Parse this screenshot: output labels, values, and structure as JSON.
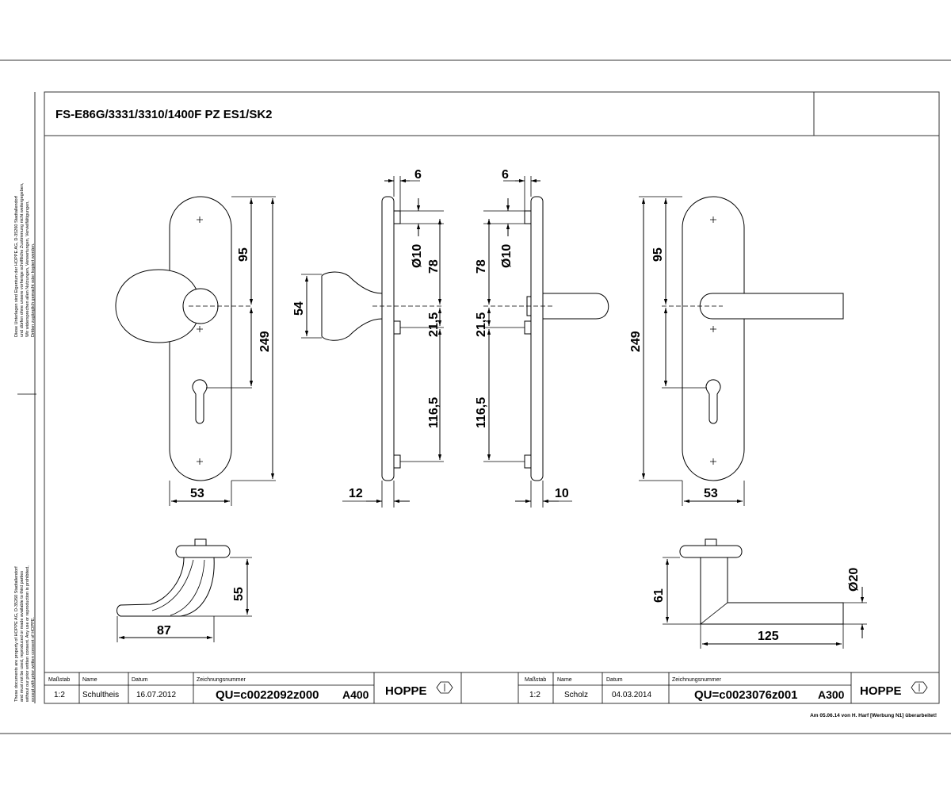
{
  "title": "FS-E86G/3331/3310/1400F PZ ES1/SK2",
  "notes": {
    "left_top_de": [
      "Diese Unterlagen sind Eigentum der HOPPE AG, D-35260 Stadtallendorf",
      "und dürfen ohne unsere vorherige schriftliche Zustimmung nicht weitergegeben,",
      "Wir widersprechen allen Nutzungen, Verwertungen, Vervielfältigungen,",
      "Dritten zugänglich gemacht oder kopiert werden."
    ],
    "left_bottom_en": [
      "These documents are property of HOPPE AG, D-35260 Stadtallendorf",
      "and must not be used, reproduced or made available to third parties",
      "without our prior written consent. Any use or reproduction is prohibited,",
      "except with prior written consent of HOPPE."
    ]
  },
  "dimensions": {
    "front_left": {
      "height_upper": "95",
      "height_total": "249",
      "width": "53"
    },
    "side_left": {
      "rose_offset": "6",
      "bore": "Ø10",
      "upper_spacing": "78",
      "center_spacing": "21,5",
      "lower_spacing": "116,5",
      "knob_diameter": "54",
      "thickness": "12"
    },
    "side_right": {
      "rose_offset": "6",
      "bore": "Ø10",
      "upper_spacing": "78",
      "center_spacing": "21,5",
      "lower_spacing": "116,5",
      "thickness": "10"
    },
    "front_right": {
      "height_upper": "95",
      "height_total": "249",
      "width": "53"
    },
    "handle_left": {
      "projection": "87",
      "height": "55"
    },
    "handle_right": {
      "projection": "125",
      "height": "61",
      "diameter": "Ø20"
    }
  },
  "title_blocks": [
    {
      "labels": {
        "scale": "Maßstab",
        "name": "Name",
        "date": "Datum",
        "number": "Zeichnungsnummer"
      },
      "scale": "1:2",
      "name": "Schultheis",
      "date": "16.07.2012",
      "number": "QU=c0022092z000",
      "code": "A400",
      "brand": "HOPPE"
    },
    {
      "labels": {
        "scale": "Maßstab",
        "name": "Name",
        "date": "Datum",
        "number": "Zeichnungsnummer"
      },
      "scale": "1:2",
      "name": "Scholz",
      "date": "04.03.2014",
      "number": "QU=c0023076z001",
      "code": "A300",
      "brand": "HOPPE"
    }
  ],
  "footer": "Am 05.06.14 von H. Harf [Werbung N1] überarbeitet!"
}
